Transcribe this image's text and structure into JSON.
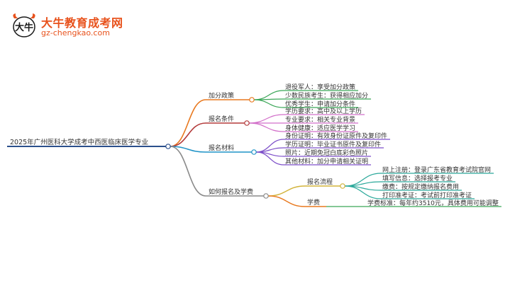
{
  "logo": {
    "emblem_text": "大牛",
    "brand": "大牛教育成考网",
    "url": "gz-chengkao.com"
  },
  "root": "2025年广州医科大学成考中西医临床医学专业",
  "branches": {
    "bonus": {
      "label": "加分政策",
      "items": [
        "退役军人：享受加分政策",
        "少数民族考生：获得相应加分",
        "优秀学生：申请加分条件"
      ]
    },
    "conditions": {
      "label": "报名条件",
      "items": [
        "学历要求：高中及以上学历",
        "专业要求：相关专业背景",
        "身体健康：适应医学学习"
      ]
    },
    "materials": {
      "label": "报名材料",
      "items": [
        "身份证明：有效身份证原件及复印件",
        "学历证明：毕业证书原件及复印件",
        "照片：近期免冠白底彩色照片",
        "其他材料：加分申请相关证明"
      ]
    },
    "howto": {
      "label": "如何报名及学费",
      "process": {
        "label": "报名流程",
        "items": [
          "网上注册：登录广东省教育考试院官网",
          "填写信息：选择报考专业",
          "缴费：按规定缴纳报名费用",
          "打印准考证：考试前打印准考证"
        ]
      },
      "fee": {
        "label": "学费",
        "items": [
          "学费标准：每年约3510元，具体费用可能调整"
        ]
      }
    }
  },
  "colors": {
    "root": "#2b4f8c",
    "bonus": "#e8781e",
    "bonus_leaf": "#3aa657",
    "conditions": "#b33a3a",
    "conditions_leaf": "#d26fc9",
    "materials": "#1f93c7",
    "materials_leaf": "#7d4fc9",
    "howto": "#8a8a8a",
    "process": "#d2b33a",
    "process_leaf": "#2aa89a",
    "fee": "#e8781e",
    "fee_leaf": "#3aa657",
    "brand": "#e8521c"
  }
}
